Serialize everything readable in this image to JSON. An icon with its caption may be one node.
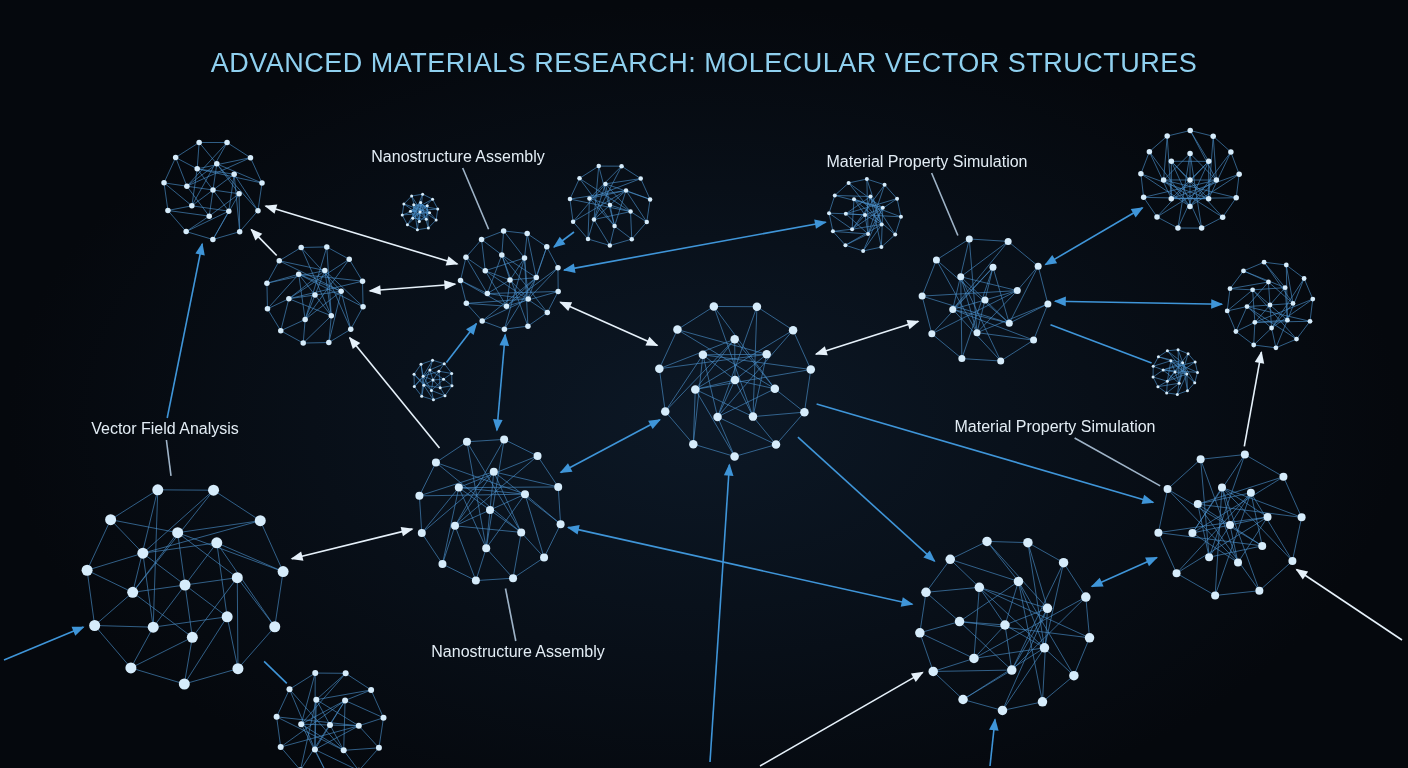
{
  "diagram": {
    "title": "ADVANCED MATERIALS RESEARCH: MOLECULAR VECTOR STRUCTURES",
    "nodes": [
      {
        "text": [
          "Nanostructure Assembly"
        ]
      },
      {
        "text": [
          "Material Property Simulation"
        ]
      },
      {
        "text": [
          "Vector Field Analysis"
        ]
      },
      {
        "text": [
          "Material Property Simulation"
        ]
      },
      {
        "text": [
          "Nanostructure Assembly"
        ]
      },
      {
        "text": [],
        "shape": "picture"
      },
      {
        "text": [],
        "shape": "picture"
      },
      {
        "text": [],
        "shape": "picture"
      },
      {
        "text": [],
        "shape": "picture"
      },
      {
        "text": [],
        "shape": "picture"
      },
      {
        "text": [],
        "shape": "picture"
      },
      {
        "text": [],
        "shape": "picture"
      },
      {
        "text": [],
        "shape": "picture"
      },
      {
        "text": [],
        "shape": "picture"
      },
      {
        "text": [],
        "shape": "picture"
      },
      {
        "text": [],
        "shape": "picture"
      },
      {
        "text": [],
        "shape": "picture"
      },
      {
        "text": [],
        "shape": "picture"
      },
      {
        "text": [],
        "shape": "picture"
      },
      {
        "text": [],
        "shape": "picture"
      },
      {
        "text": [],
        "shape": "picture"
      },
      {
        "text": [],
        "shape": "picture"
      }
    ],
    "edges": [
      {
        "from": 0,
        "to": 7,
        "arrow": "none",
        "color": "#9fb4c8"
      },
      {
        "from": 1,
        "to": 12,
        "arrow": "none",
        "color": "#9fb4c8"
      },
      {
        "from": 2,
        "to": 17,
        "arrow": "none",
        "color": "#9fb4c8"
      },
      {
        "from": 3,
        "to": 20,
        "arrow": "none",
        "color": "#9fb4c8"
      },
      {
        "from": 4,
        "to": 18,
        "arrow": "none",
        "color": "#9fb4c8"
      },
      {
        "from": 7,
        "to": 5,
        "arrow": "both",
        "color": "#e6f1fa"
      },
      {
        "from": 6,
        "to": 5,
        "arrow": "to",
        "color": "#e6f1fa"
      },
      {
        "from": 6,
        "to": 7,
        "arrow": "both",
        "color": "#e6f1fa"
      },
      {
        "from": 2,
        "to": 5,
        "arrow": "to"
      },
      {
        "from": 18,
        "to": 6,
        "arrow": "to",
        "color": "#e6f1fa"
      },
      {
        "from": 7,
        "to": 18,
        "arrow": "both"
      },
      {
        "from": 9,
        "to": 7,
        "arrow": "to"
      },
      {
        "from": 16,
        "to": 7,
        "arrow": "to"
      },
      {
        "from": 7,
        "to": 13,
        "arrow": "both",
        "color": "#e6f1fa"
      },
      {
        "from": 7,
        "to": 10,
        "arrow": "both"
      },
      {
        "from": 18,
        "to": 13,
        "arrow": "both"
      },
      {
        "from": 13,
        "to": 12,
        "arrow": "both",
        "color": "#e6f1fa"
      },
      {
        "from": 12,
        "to": 11,
        "arrow": "both"
      },
      {
        "from": 12,
        "to": 14,
        "arrow": "both"
      },
      {
        "from": 12,
        "to": 15,
        "arrow": "none"
      },
      {
        "from": 20,
        "to": 14,
        "arrow": "to",
        "color": "#e6f1fa"
      },
      {
        "from": 17,
        "to": 18,
        "arrow": "both",
        "color": "#e6f1fa"
      },
      {
        "from": 13,
        "to": 19,
        "arrow": "to"
      },
      {
        "from": 18,
        "to": 19,
        "arrow": "both"
      },
      {
        "from": 13,
        "to": 20,
        "arrow": "to"
      },
      {
        "from": 19,
        "to": 20,
        "arrow": "both"
      },
      {
        "from": null,
        "to": 20,
        "arrow": "to",
        "color": "#e6f1fa"
      },
      {
        "from": null,
        "to": 19,
        "arrow": "to",
        "color": "#e6f1fa"
      },
      {
        "from": null,
        "to": 19,
        "arrow": "to"
      },
      {
        "from": null,
        "to": 17,
        "arrow": "to"
      },
      {
        "from": null,
        "to": 13,
        "arrow": "to"
      },
      {
        "from": 17,
        "to": 21,
        "arrow": "none"
      }
    ]
  }
}
